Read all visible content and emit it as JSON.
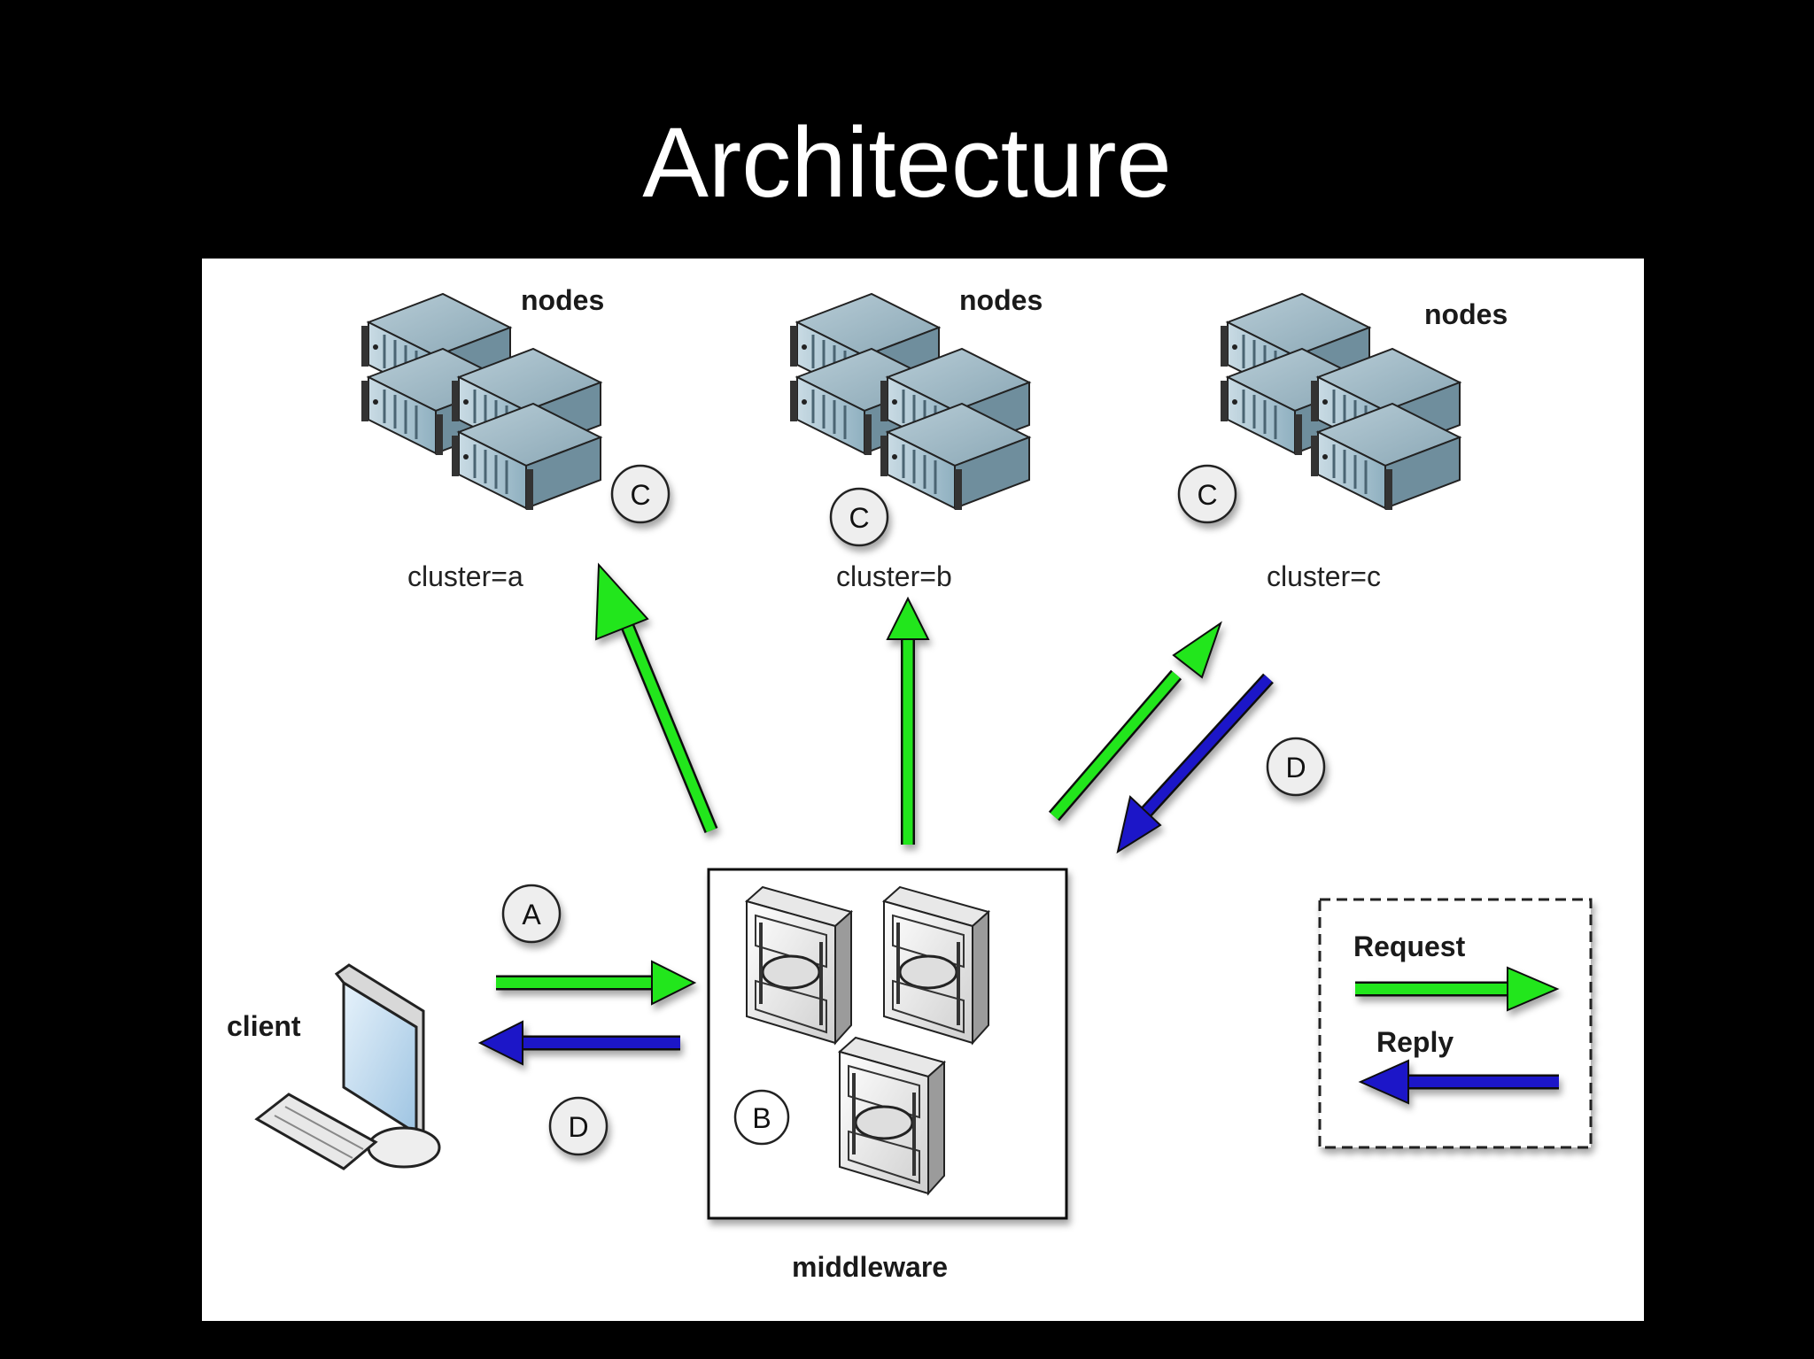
{
  "slide": {
    "title": "Architecture"
  },
  "diagram": {
    "clusters": [
      {
        "nodes_label": "nodes",
        "cluster_label": "cluster=a",
        "badge": "C"
      },
      {
        "nodes_label": "nodes",
        "cluster_label": "cluster=b",
        "badge": "C"
      },
      {
        "nodes_label": "nodes",
        "cluster_label": "cluster=c",
        "badge": "C"
      }
    ],
    "client": {
      "label": "client"
    },
    "middleware": {
      "label": "middleware",
      "badge": "B"
    },
    "badges": {
      "request": "A",
      "reply_client": "D",
      "reply_cluster": "D"
    },
    "legend": {
      "request_label": "Request",
      "reply_label": "Reply"
    },
    "colors": {
      "request": "#22e61c",
      "reply": "#1f14c8",
      "server": "#9fbcca",
      "server_dark": "#5d7f90"
    }
  }
}
